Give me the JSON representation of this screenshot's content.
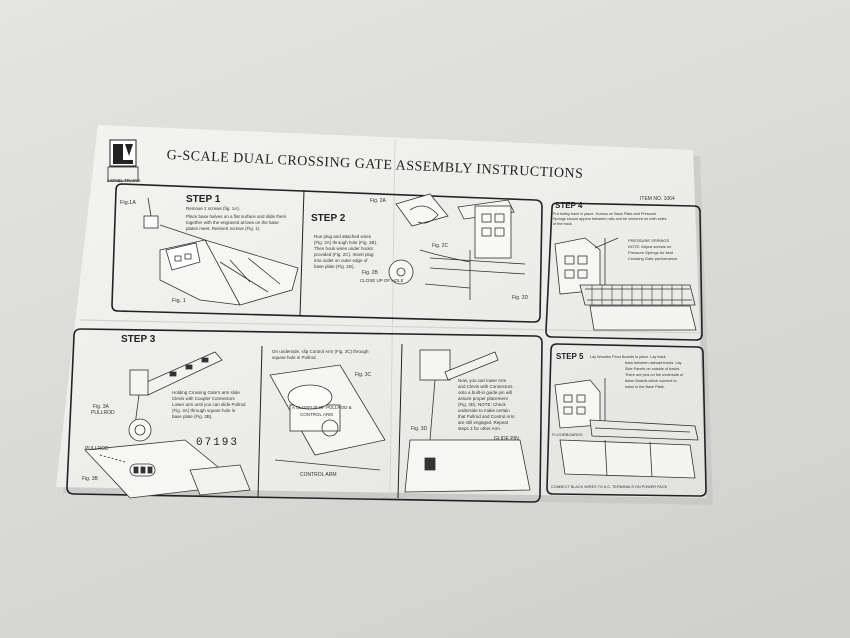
{
  "sheet": {
    "title": "G-SCALE DUAL CROSSING GATE ASSEMBLY INSTRUCTIONS",
    "item_no": "ITEM NO. 1064",
    "logo_caption": "LIONEL TRAINS",
    "serial": "07193"
  },
  "step1": {
    "heading": "STEP 1",
    "line1": "Remove 2 screws (fig. 1A).",
    "line2": "Place base halves on a flat surface and slide them",
    "line3": "together with the engraved arrows on the base",
    "line4": "plates meet. Reinsert screws (Fig. 1).",
    "fig1a": "Fig.1A",
    "fig1": "Fig. 1"
  },
  "step2": {
    "heading": "STEP 2",
    "line1": "Run plug and attached wires",
    "line2": "(Fig. 2A) through hole (Fig. 2B).",
    "line3": "Then hook wires under hooks",
    "line4": "provided (Fig. 2C). Insert plug",
    "line5": "into outlet on outer edge of",
    "line6": "base plate (Fig. 2D).",
    "fig2a": "Fig. 2A",
    "fig2b": "Fig. 2B",
    "fig2b_note": "CLOSE UP OF HOLE",
    "fig2c": "Fig. 2C",
    "fig2d": "Fig. 2D"
  },
  "step3": {
    "heading": "STEP 3",
    "fig3a": "Fig. 3A",
    "pullrod_label": "PULLROD",
    "pullrod": "PULLROD",
    "fig3b": "Fig. 3B",
    "holding1": "Holding Crossing Gate's arm slide",
    "holding2": "Clevis with Coupler Connectors",
    "holding3": "Lower arm until you can slide Pullrod",
    "holding4": "(Fig. 3A) through square hole in",
    "holding5": "base plate (Fig. 3B).",
    "undercarriage1": "On underside, slip Control Arm (Fig. 3C) through",
    "undercarriage2": "square hole in Pullrod.",
    "fig3c": "Fig. 3C",
    "note_top": "A CLOSEUP OF PULLROD &",
    "note_bottom": "CONTROL ARM",
    "control_arm": "CONTROL ARM",
    "fig3d": "Fig. 3D",
    "glide1": "Now, you can lower Arm",
    "glide2": "and Clevis with Connectors",
    "glide3": "onto a built-in guide pin will",
    "glide4": "assure proper placement",
    "glide5": "(Fig. 3D). NOTE: Check",
    "glide6": "underside to make certain",
    "glide7": "that Pullrod and Control Arm",
    "glide8": "are still engaged. Repeat",
    "glide9": "steps 3 for other Arm.",
    "glide_pin": "GLIDE PIN"
  },
  "step4": {
    "heading": "STEP 4",
    "line1": "Put trolley track in place. Screws on Base Plate and Pressure",
    "line2": "Springs should appear between rails and be centered on both sides",
    "line3": "of the track.",
    "pressure1": "PRESSURE SPRINGS",
    "pressure2": "NOTE: Adjust screws on",
    "pressure3": "Pressure Springs for best",
    "pressure4": "Crossing Gate performance."
  },
  "step5": {
    "heading": "STEP 5",
    "line1": "Lay Wooden Floor Boards in place. Lay track",
    "line2": "flush between railroad tracks. Lay",
    "line3": "Side Panels on outside of tracks.",
    "line4": "There are pins on the underside of",
    "line5": "these Boards which connect to",
    "line6": "holes in the Base Plate.",
    "floorboards": "FLOORBOARDS",
    "connect": "CONNECT BLACK WIRES TO A.C. TERMINALS ON POWER PACK"
  }
}
